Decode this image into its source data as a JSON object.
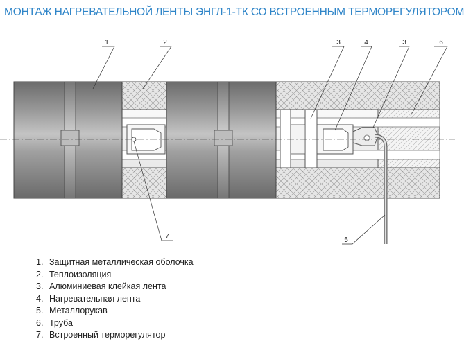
{
  "title": "МОНТАЖ НАГРЕВАТЕЛЬНОЙ ЛЕНТЫ ЭНГЛ-1-ТК СО ВСТРОЕННЫМ ТЕРМОРЕГУЛЯТОРОМ",
  "callouts": {
    "c1": "1",
    "c2": "2",
    "c3a": "3",
    "c4": "4",
    "c3b": "3",
    "c6": "6",
    "c7": "7",
    "c5": "5"
  },
  "legend": [
    {
      "num": "1.",
      "text": "Защитная металлическая оболочка"
    },
    {
      "num": "2.",
      "text": "Теплоизоляция"
    },
    {
      "num": "3.",
      "text": "Алюминиевая клейкая лента"
    },
    {
      "num": "4.",
      "text": "Нагревательная лента"
    },
    {
      "num": "5.",
      "text": "Металлорукав"
    },
    {
      "num": "6.",
      "text": "Труба"
    },
    {
      "num": "7.",
      "text": "Встроенный терморегулятор"
    }
  ],
  "colors": {
    "title": "#2f85c8",
    "sheath": "#8a8a8a",
    "insulation": "#e4e4e4",
    "pipe": "#f2f2f2"
  }
}
